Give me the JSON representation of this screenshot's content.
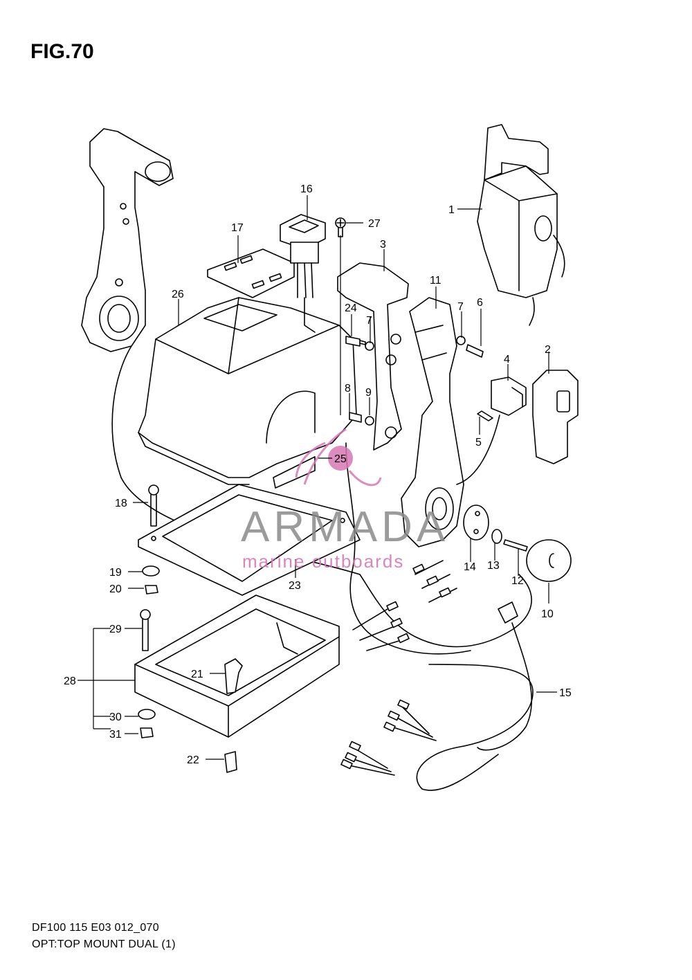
{
  "figure": {
    "title": "FIG.70",
    "code": "DF100 115 E03 012_070",
    "description": "OPT:TOP MOUNT DUAL (1)"
  },
  "watermark": {
    "name": "ARMADA",
    "tagline": "marine outboards",
    "logo_color": "#d678b4",
    "text_color": "#8a8a8a"
  },
  "callouts": [
    "1",
    "2",
    "3",
    "4",
    "5",
    "6",
    "7",
    "7",
    "8",
    "9",
    "10",
    "11",
    "12",
    "13",
    "14",
    "15",
    "16",
    "17",
    "18",
    "19",
    "20",
    "21",
    "22",
    "23",
    "24",
    "25",
    "26",
    "27",
    "28",
    "29",
    "30",
    "31"
  ]
}
